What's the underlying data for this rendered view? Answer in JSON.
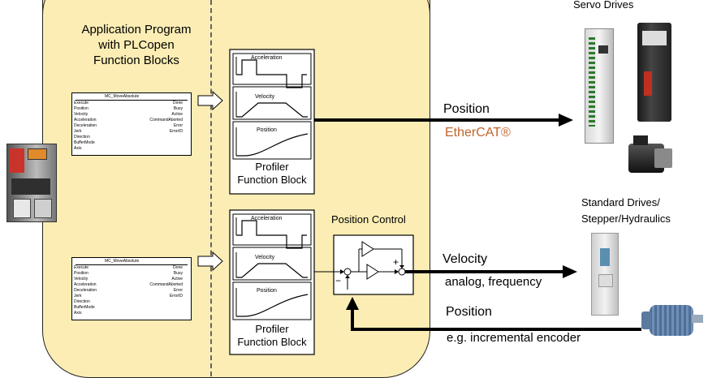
{
  "app": {
    "title": "Application Program with PLCopen Function Blocks",
    "title_lines": [
      "Application Program",
      "with PLCopen",
      "Function Blocks"
    ]
  },
  "profiler": {
    "label_lines": [
      "Profiler",
      "Function Block"
    ],
    "graphs": [
      "Acceleration",
      "Velocity",
      "Position"
    ]
  },
  "fb": {
    "name": "MC_MoveAbsolute",
    "inputs": [
      "Execute",
      "Position",
      "Velocity",
      "Acceleration",
      "Deceleration",
      "Jerk",
      "Direction",
      "BufferMode",
      "Axis"
    ],
    "outputs": [
      "Done",
      "Busy",
      "Active",
      "CommandAborted",
      "Error",
      "ErrorID"
    ]
  },
  "position_control": {
    "label": "Position Control",
    "plus": "+",
    "minus": "−"
  },
  "servo": {
    "title": "Servo Drives",
    "signal": "Position",
    "bus": "EtherCAT®"
  },
  "standard": {
    "title_lines": [
      "Standard Drives/",
      "Stepper/Hydraulics"
    ],
    "signal": "Velocity",
    "signal_type": "analog, frequency"
  },
  "feedback": {
    "signal": "Position",
    "source": "e.g. incremental encoder"
  },
  "colors": {
    "panel_fill": "#fbedb4",
    "ethercat": "#c0642a",
    "panel_border": "#000000"
  }
}
